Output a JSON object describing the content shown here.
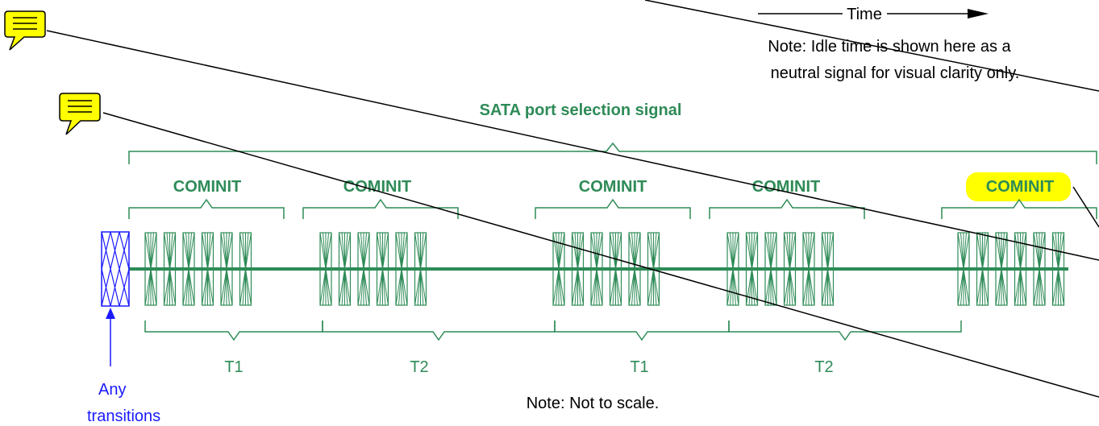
{
  "time_label": "Time",
  "note_idle_line1": "Note: Idle time is shown here as a",
  "note_idle_line2": "neutral signal for visual clarity only.",
  "signal_title": "SATA port selection signal",
  "burst_labels": [
    "COMINIT",
    "COMINIT",
    "COMINIT",
    "COMINIT",
    "COMINIT"
  ],
  "interval_labels": [
    "T1",
    "T2",
    "T1",
    "T2"
  ],
  "any_transitions_line1": "Any",
  "any_transitions_line2": "transitions",
  "note_scale": "Note: Not to scale.",
  "colors": {
    "signal": "#2e8b57",
    "transitions": "#1a1aff",
    "highlight": "#ffff00",
    "comment_icon": "#ffff00"
  },
  "icons": [
    "comment-icon",
    "comment-icon"
  ]
}
